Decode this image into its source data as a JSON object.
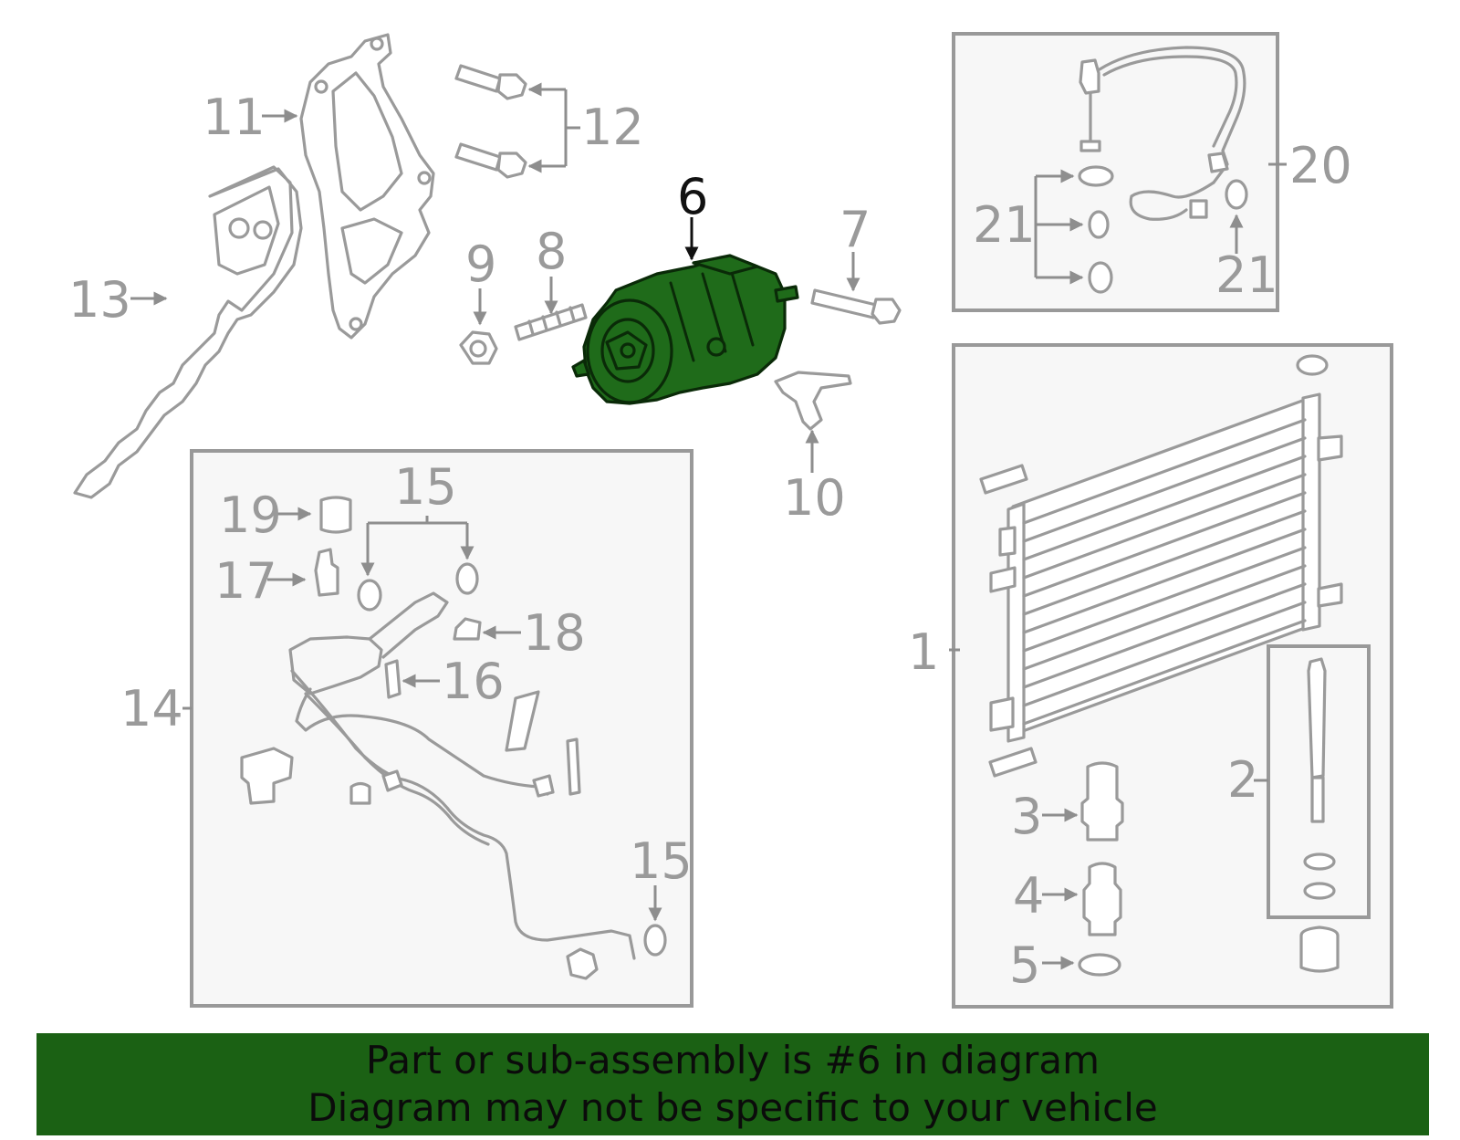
{
  "callouts": {
    "c1": "1",
    "c2": "2",
    "c3": "3",
    "c4": "4",
    "c5": "5",
    "c6": "6",
    "c7": "7",
    "c8": "8",
    "c9": "9",
    "c10": "10",
    "c11": "11",
    "c12": "12",
    "c13": "13",
    "c14": "14",
    "c15a": "15",
    "c15b": "15",
    "c16": "16",
    "c17": "17",
    "c18": "18",
    "c19": "19",
    "c20": "20",
    "c21a": "21",
    "c21b": "21"
  },
  "highlight": {
    "part_number": "6",
    "color": "#1f6b1a"
  },
  "footer": {
    "line1": "Part or sub-assembly is #6 in diagram",
    "line2": "Diagram may not be specific to your vehicle",
    "background": "#1b6114"
  }
}
